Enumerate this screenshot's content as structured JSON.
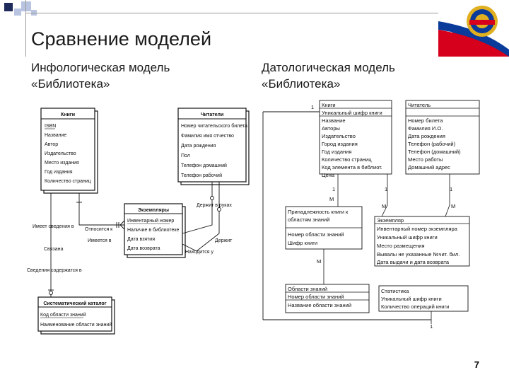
{
  "slide": {
    "title": "Сравнение моделей",
    "left_heading": "Инфологическая модель «Библиотека»",
    "right_heading": "Датологическая модель «Библиотека»",
    "page_number": "7"
  },
  "infological": {
    "entities": {
      "books": {
        "title": "Книги",
        "fields": [
          "ISBN",
          "Название",
          "Автор",
          "Издательство",
          "Место издания",
          "Год издания",
          "Количество страниц"
        ]
      },
      "readers": {
        "title": "Читатели",
        "fields": [
          "Номер читательского билета",
          "Фамилия имя отчество",
          "Дата рождения",
          "Пол",
          "Телефон домашний",
          "Телефон рабочий"
        ]
      },
      "copies": {
        "title": "Экземпляры",
        "fields": [
          "Инвентарный номер",
          "Наличие в библиотеке",
          "Дата взятия",
          "Дата возврата"
        ]
      },
      "catalog": {
        "title": "Систематический каталог",
        "fields": [
          "Код области знаний",
          "Наименование области знаний"
        ]
      }
    },
    "relations": {
      "has_info_in": "Имеет сведения в",
      "related": "Связана",
      "info_contained": "Сведения содержатся в",
      "belongs_to": "Относится к",
      "exists": "Имеется в",
      "holds_at": "Находится у",
      "holds": "Держит",
      "holds_in_hands": "Держит в руках"
    }
  },
  "datalogical": {
    "tables": {
      "books": [
        "Книги",
        "Уникальный шифр книги",
        "Название",
        "Авторы",
        "Издательство",
        "Город издания",
        "Год издания",
        "Количество страниц",
        "Код элемента в библиот.",
        "Цена"
      ],
      "readers": [
        "Читатель",
        "Номер билета",
        "Фамилия И.О.",
        "Дата рождения",
        "Телефон (рабочий)",
        "Телефон (домашний)",
        "Место работы",
        "Домашний адрес"
      ],
      "belonging": [
        "Принадлежность книги к областям знаний",
        "Номер области знаний",
        "Шифр книги"
      ],
      "copy": [
        "Экземпляр",
        "Инвентарный номер экземпляра",
        "Уникальный шифр книги",
        "Место размещения",
        "Вывалы не указанные №чит. бил.",
        "Дата выдачи и дата возврата"
      ],
      "areas": [
        "Области знаний",
        "Номер области знаний",
        "Название области знаний"
      ],
      "stats": [
        "Статистика",
        "Уникальный шифр книги",
        "Количество операций книги"
      ]
    },
    "labels": {
      "one_a": "1",
      "one_b": "1",
      "one_c": "1",
      "one_d": "1",
      "one_e": "1",
      "m_a": "M",
      "m_b": "M",
      "m_c": "M",
      "m_d": "M"
    }
  },
  "colors": {
    "title": "#1a1a1a",
    "logo_red": "#d6001c",
    "logo_blue": "#0a3a9a",
    "gold": "#e0b020",
    "square_dark": "#1e2a5a",
    "square_light": "#b8c4e0"
  }
}
